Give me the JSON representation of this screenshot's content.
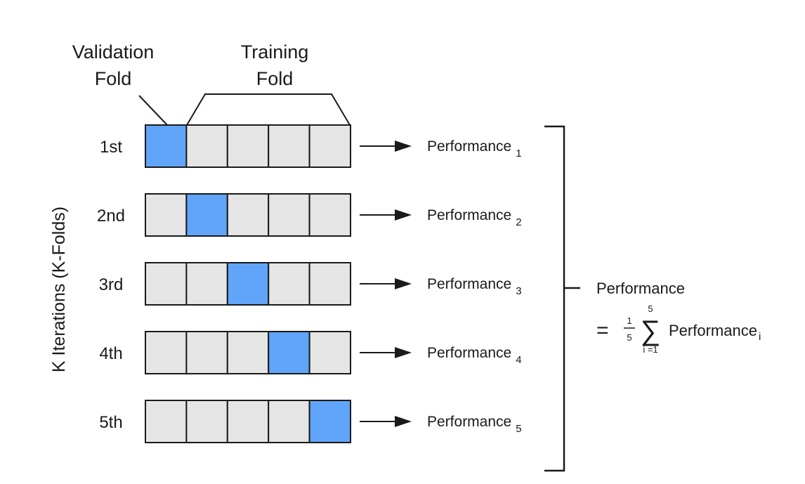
{
  "labels": {
    "validation_line1": "Validation",
    "validation_line2": "Fold",
    "training_line1": "Training",
    "training_line2": "Fold",
    "side_axis": "K Iterations (K-Folds)"
  },
  "iterations": [
    {
      "label": "1st",
      "validation_index": 0,
      "perf_text": "Performance",
      "perf_sub": "1"
    },
    {
      "label": "2nd",
      "validation_index": 1,
      "perf_text": "Performance",
      "perf_sub": "2"
    },
    {
      "label": "3rd",
      "validation_index": 2,
      "perf_text": "Performance",
      "perf_sub": "3"
    },
    {
      "label": "4th",
      "validation_index": 3,
      "perf_text": "Performance",
      "perf_sub": "4"
    },
    {
      "label": "5th",
      "validation_index": 4,
      "perf_text": "Performance",
      "perf_sub": "5"
    }
  ],
  "folds_per_row": 5,
  "aggregate": {
    "title": "Performance",
    "equals": "=",
    "frac_num": "1",
    "frac_den": "5",
    "sum_upper": "5",
    "sigma": "∑",
    "sum_lower": "i =1",
    "term": "Performance",
    "term_sub": "i"
  },
  "colors": {
    "validation_fill": "#60a5fa",
    "training_fill": "#e5e5e5",
    "stroke": "#1a1a1a",
    "text": "#1a1a1a"
  }
}
